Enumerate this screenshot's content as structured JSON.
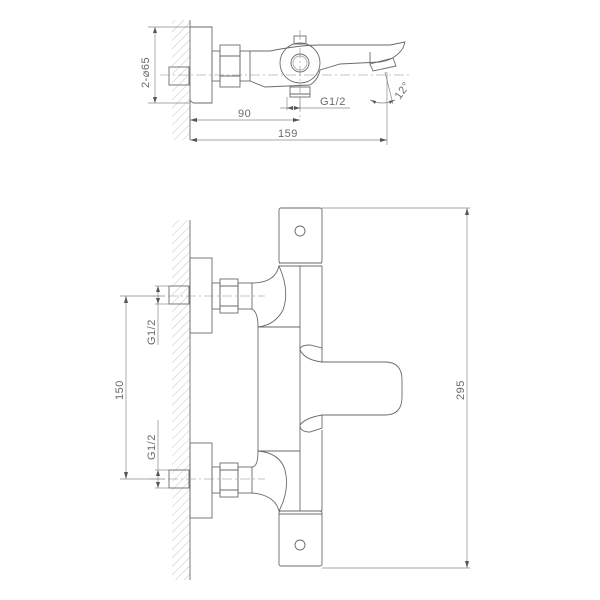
{
  "drawing": {
    "subject": "Wall-mounted thermostatic bath mixer",
    "views": {
      "top": {
        "labels": {
          "spacing_dia": "2-⌀65",
          "outlet_thread": "G1/2",
          "projection_outlet": "90",
          "projection_total": "159",
          "spout_angle": "12°"
        }
      },
      "front": {
        "labels": {
          "inlet_thread_upper": "G1/2",
          "inlet_thread_lower": "G1/2",
          "inlet_spacing": "150",
          "overall_height": "295"
        }
      }
    },
    "colors": {
      "line": "#6a6a6a",
      "dimension": "#8a8a8a",
      "background": "#ffffff"
    }
  }
}
